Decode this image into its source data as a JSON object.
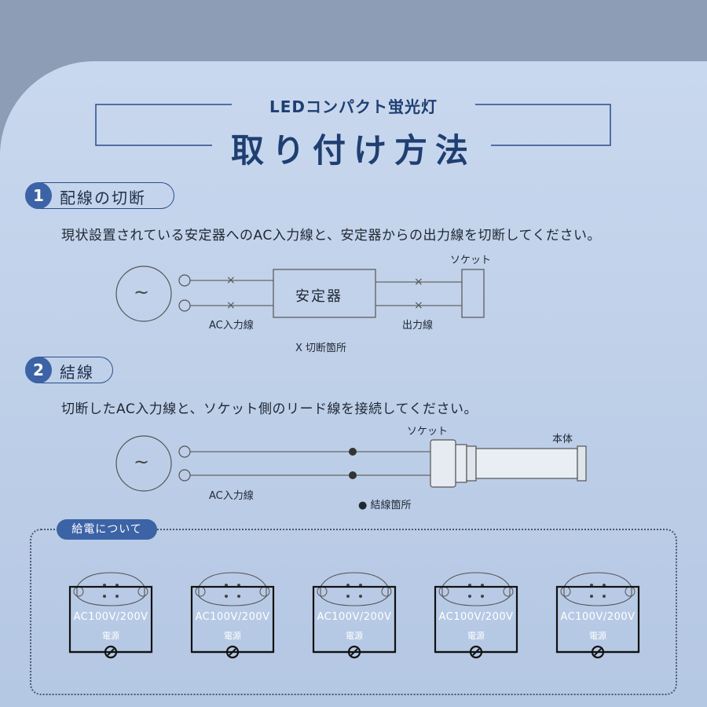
{
  "header": {
    "subtitle": "LEDコンパクト蛍光灯",
    "title": "取り付け方法"
  },
  "step1": {
    "number": "1",
    "label": "配線の切断",
    "description": "現状設置されている安定器へのAC入力線と、安定器からの出力線を切断してください。",
    "diagram": {
      "ballast_label": "安定器",
      "socket_label": "ソケット",
      "ac_input_label": "AC入力線",
      "output_label": "出力線",
      "cut_legend": "X 切断箇所",
      "ac_symbol": "~",
      "cut_mark": "×"
    }
  },
  "step2": {
    "number": "2",
    "label": "結線",
    "description": "切断したAC入力線と、ソケット側のリード線を接続してください。",
    "diagram": {
      "socket_label": "ソケット",
      "body_label": "本体",
      "ac_input_label": "AC入力線",
      "join_legend": "● 結線箇所",
      "ac_symbol": "~"
    }
  },
  "power": {
    "tag": "給電について",
    "units": [
      {
        "voltage": "AC100V/200V",
        "source": "電源"
      },
      {
        "voltage": "AC100V/200V",
        "source": "電源"
      },
      {
        "voltage": "AC100V/200V",
        "source": "電源"
      },
      {
        "voltage": "AC100V/200V",
        "source": "電源"
      },
      {
        "voltage": "AC100V/200V",
        "source": "電源"
      }
    ]
  },
  "colors": {
    "accent": "#3c63a6",
    "title": "#1f3f72",
    "line": "#555555"
  }
}
